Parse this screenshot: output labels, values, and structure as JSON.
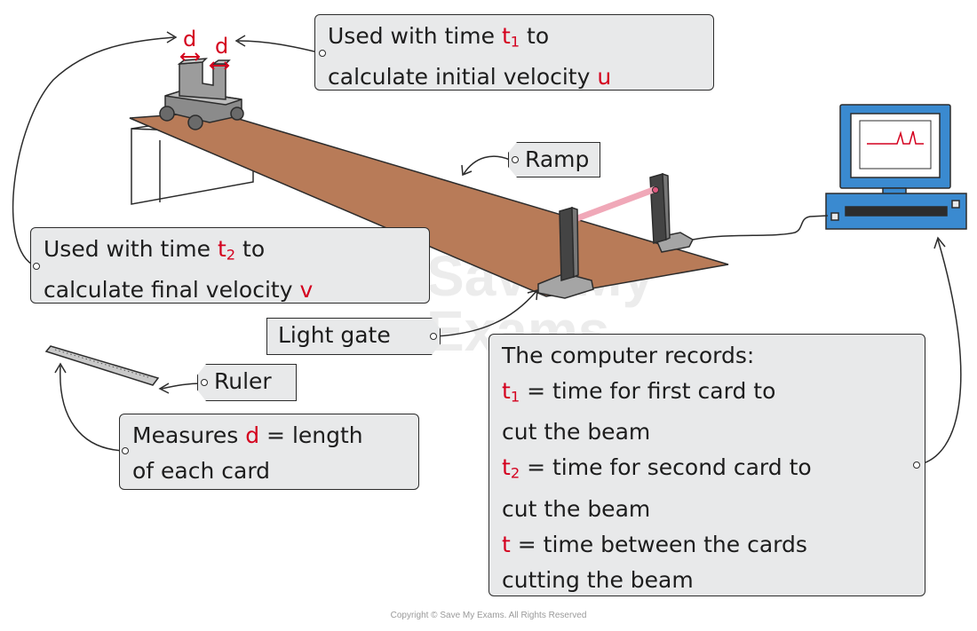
{
  "labels": {
    "card_d_left": "d",
    "card_d_right": "d",
    "initial_velocity": {
      "line1_pre": "Used with time ",
      "line1_var": "t",
      "line1_sub": "1",
      "line1_post": " to",
      "line2_pre": "calculate initial velocity ",
      "line2_var": "u"
    },
    "ramp": "Ramp",
    "final_velocity": {
      "line1_pre": "Used with time ",
      "line1_var": "t",
      "line1_sub": "2",
      "line1_post": " to",
      "line2_pre": "calculate final velocity ",
      "line2_var": "v"
    },
    "light_gate": "Light gate",
    "ruler": "Ruler",
    "measures": {
      "line1_pre": "Measures ",
      "line1_var": "d",
      "line1_post": " = length",
      "line2": "of each card"
    },
    "computer": {
      "title": "The computer records:",
      "t1_var": "t",
      "t1_sub": "1",
      "t1_line1": " = time for first card to",
      "t1_line2": "cut the beam",
      "t2_var": "t",
      "t2_sub": "2",
      "t2_line1": " = time for second card to",
      "t2_line2": "cut the beam",
      "t_var": "t",
      "t_line1": " = time between the cards",
      "t_line2": "cutting the beam"
    }
  },
  "watermark": {
    "line1": "Save My",
    "line2": "Exams"
  },
  "copyright": "Copyright © Save My Exams. All Rights Reserved",
  "colors": {
    "ramp": "#b87b58",
    "accent_red": "#d4001e",
    "computer_blue": "#3a8ad0",
    "box_fill": "#e8e9ea",
    "beam": "#f0a8b8"
  }
}
